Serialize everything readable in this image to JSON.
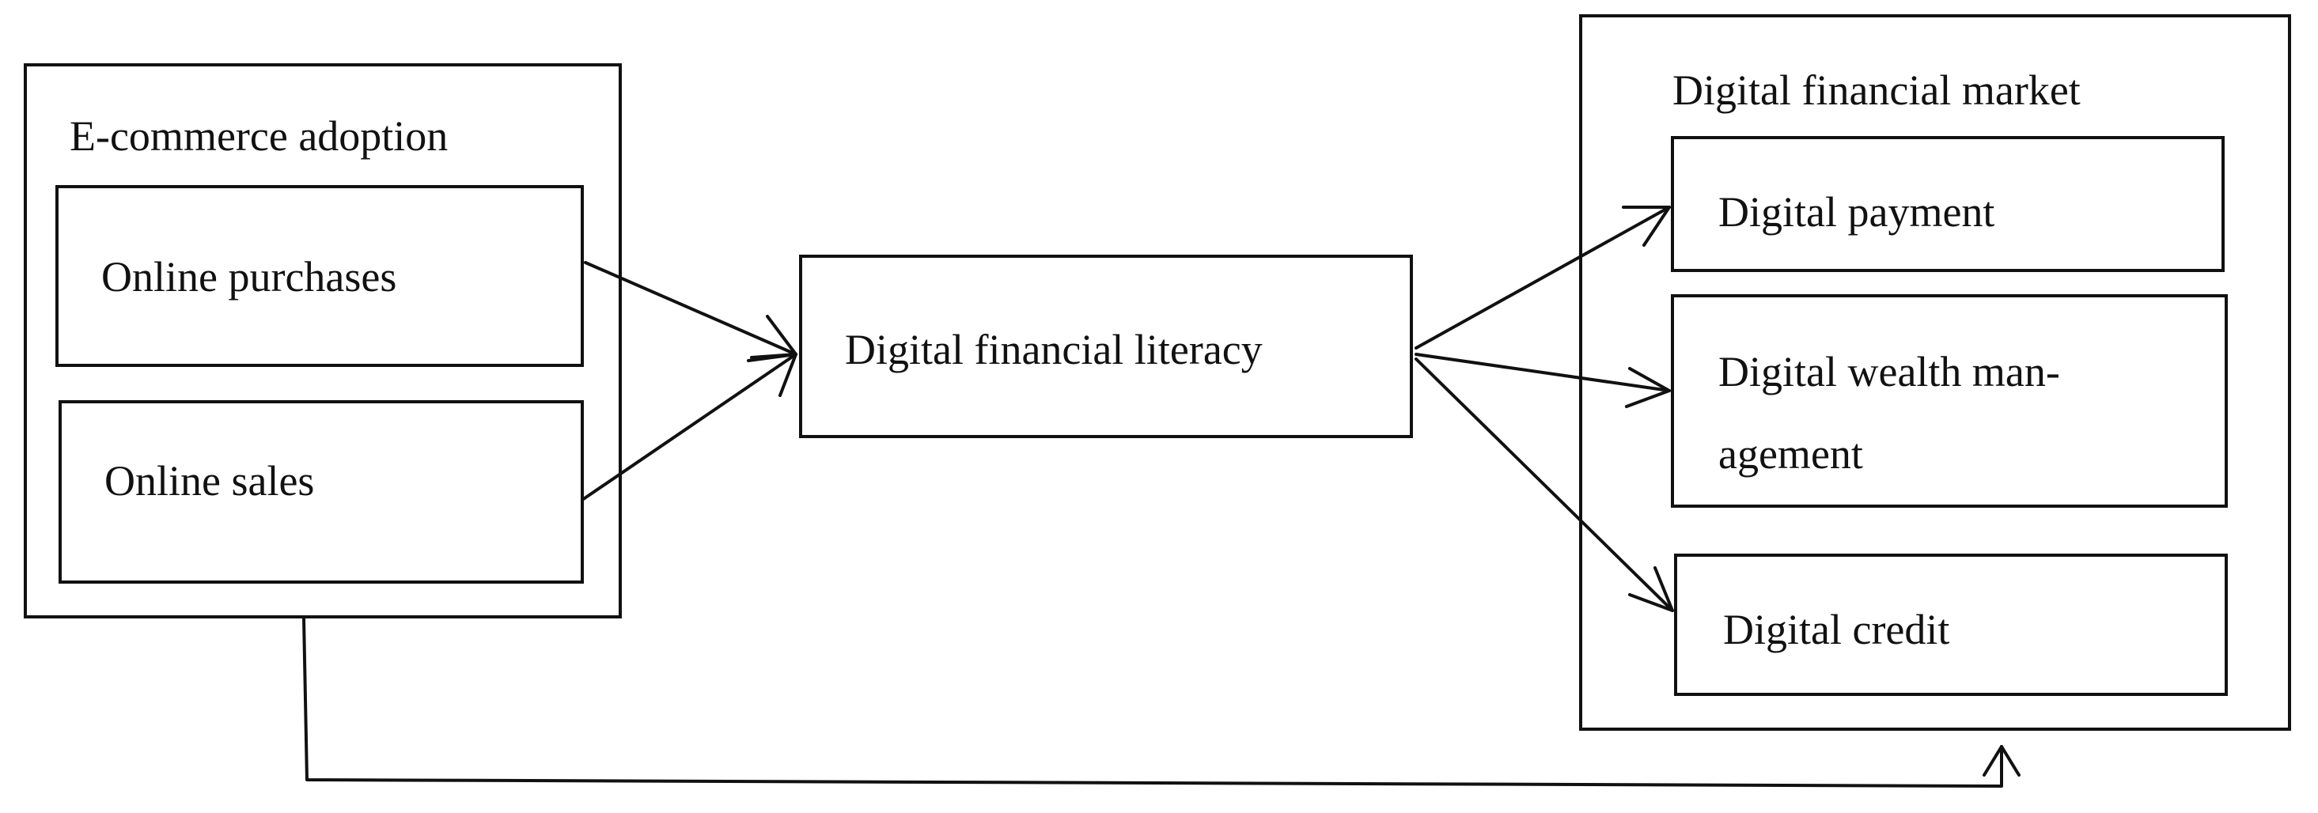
{
  "diagram": {
    "left_group": {
      "title": "E-commerce adoption",
      "items": [
        "Online purchases",
        "Online sales"
      ]
    },
    "center": {
      "label": "Digital financial literacy"
    },
    "right_group": {
      "title": "Digital financial market",
      "items": [
        "Digital payment",
        "Digital wealth man-",
        "agement",
        "Digital credit"
      ]
    }
  }
}
